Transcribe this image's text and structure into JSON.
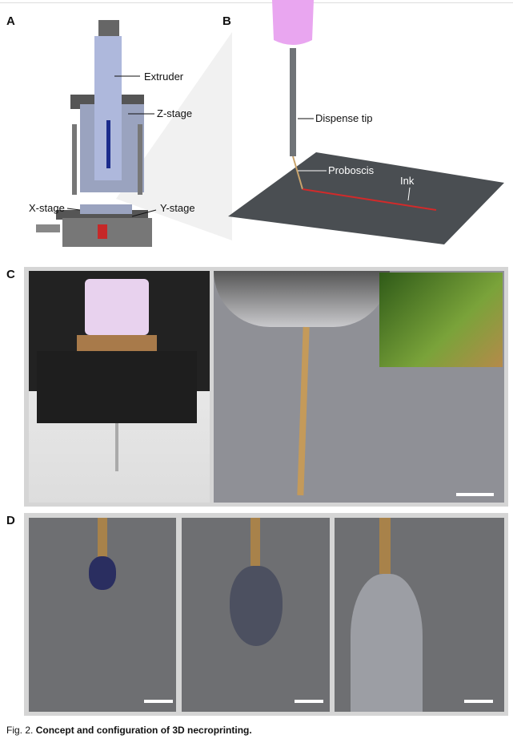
{
  "figure": {
    "caption_prefix": "Fig. 2.",
    "caption_title": "Concept and configuration of 3D necroprinting.",
    "panels": {
      "a": "A",
      "b": "B",
      "c": "C",
      "d": "D"
    },
    "panel_a": {
      "labels": {
        "extruder": "Extruder",
        "z_stage": "Z-stage",
        "x_stage": "X-stage",
        "y_stage": "Y-stage"
      }
    },
    "panel_b": {
      "labels": {
        "dispense_tip": "Dispense tip",
        "proboscis": "Proboscis",
        "ink": "Ink"
      }
    },
    "colors": {
      "syringe": "#e9a6f0",
      "ink_line": "#d22a2a",
      "stage_blue": "#a9b4d6",
      "photo_bg": "#7c7c80"
    }
  }
}
